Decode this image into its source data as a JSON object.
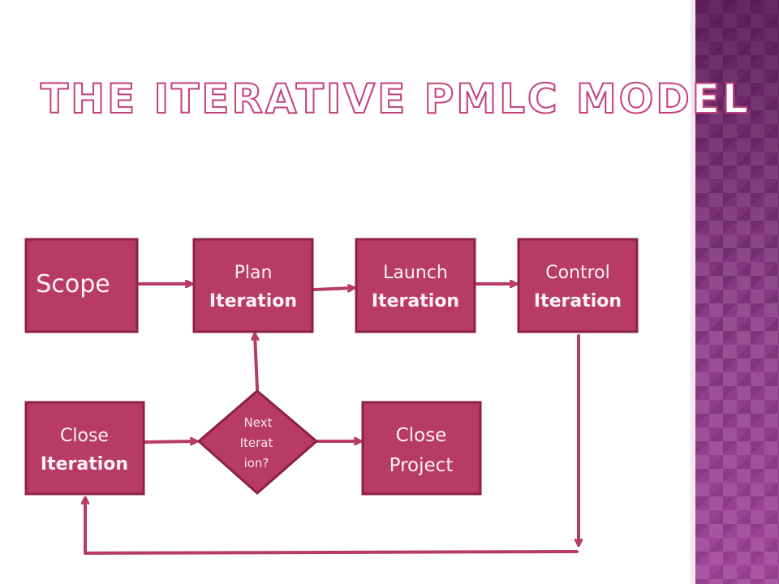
{
  "slide": {
    "title": "The Iterative PMLC Model"
  },
  "nodes": {
    "scope": {
      "label": "Scope"
    },
    "plan": {
      "line1": "Plan",
      "line2": "Iteration"
    },
    "launch": {
      "line1": "Launch",
      "line2": "Iteration"
    },
    "control": {
      "line1": "Control",
      "line2": "Iteration"
    },
    "close_iteration": {
      "line1": "Close",
      "line2": "Iteration"
    },
    "decision": {
      "line1": "Next",
      "line2": "Iterat",
      "line3": "ion?"
    },
    "close_project": {
      "line1": "Close",
      "line2": "Project"
    }
  },
  "colors": {
    "node_fill": "#b83b65",
    "node_border": "#8c2145",
    "edge": "#b83b65",
    "title_outline": "#c3417a",
    "sidebar": "#8a3a86"
  }
}
